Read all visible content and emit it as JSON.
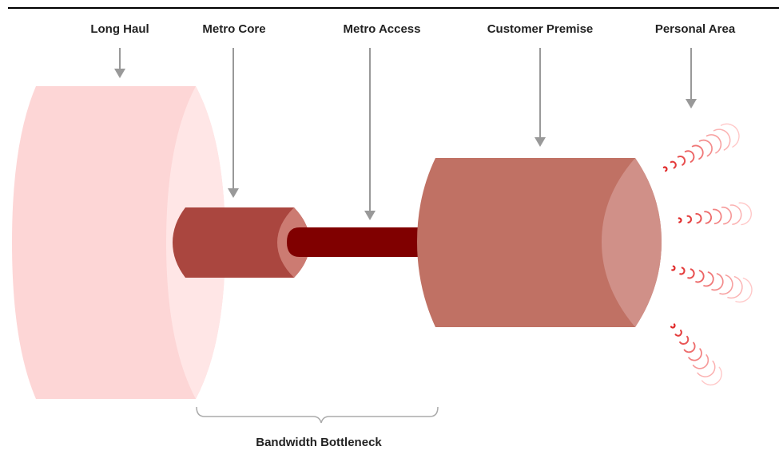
{
  "labels": {
    "long_haul": "Long Haul",
    "metro_core": "Metro Core",
    "metro_access": "Metro Access",
    "customer_premise": "Customer Premise",
    "personal_area": "Personal Area",
    "bandwidth_bottleneck": "Bandwidth Bottleneck"
  },
  "colors": {
    "long_haul_body": "#fdd6d6",
    "long_haul_face": "#ffe6e6",
    "metro_core_body": "#aa463f",
    "metro_core_face": "#cc7b72",
    "metro_access_body": "#800000",
    "customer_premise_body": "#c07164",
    "customer_premise_face": "#d09088",
    "arrow": "#999999",
    "brace": "#aaaaaa",
    "wave": "#e03030",
    "rule": "#000000"
  }
}
